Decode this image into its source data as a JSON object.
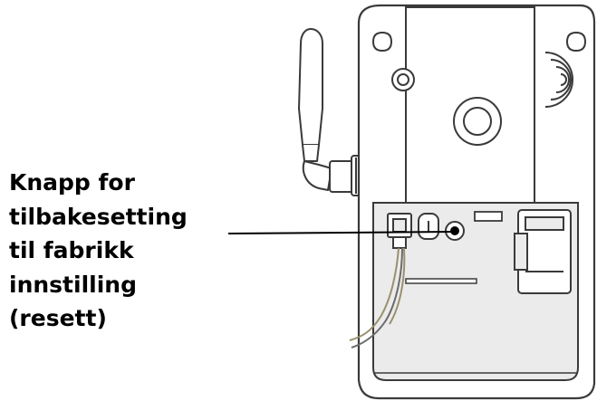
{
  "callout": {
    "lines": [
      "Knapp for",
      "tilbakesetting",
      "til fabrikk",
      "innstilling",
      "(resett)"
    ]
  },
  "colors": {
    "ink": "#000000",
    "outline": "#3a3a3a",
    "panel_fill": "#ebebeb",
    "body_fill": "#ffffff",
    "wire_a": "#9a8f6e",
    "wire_b": "#6b6b6b"
  },
  "icons": {
    "reset_button": "reset-button-icon",
    "antenna": "antenna-icon",
    "speaker": "speaker-icon",
    "lens": "camera-lens-icon",
    "sensor": "light-sensor-icon"
  }
}
